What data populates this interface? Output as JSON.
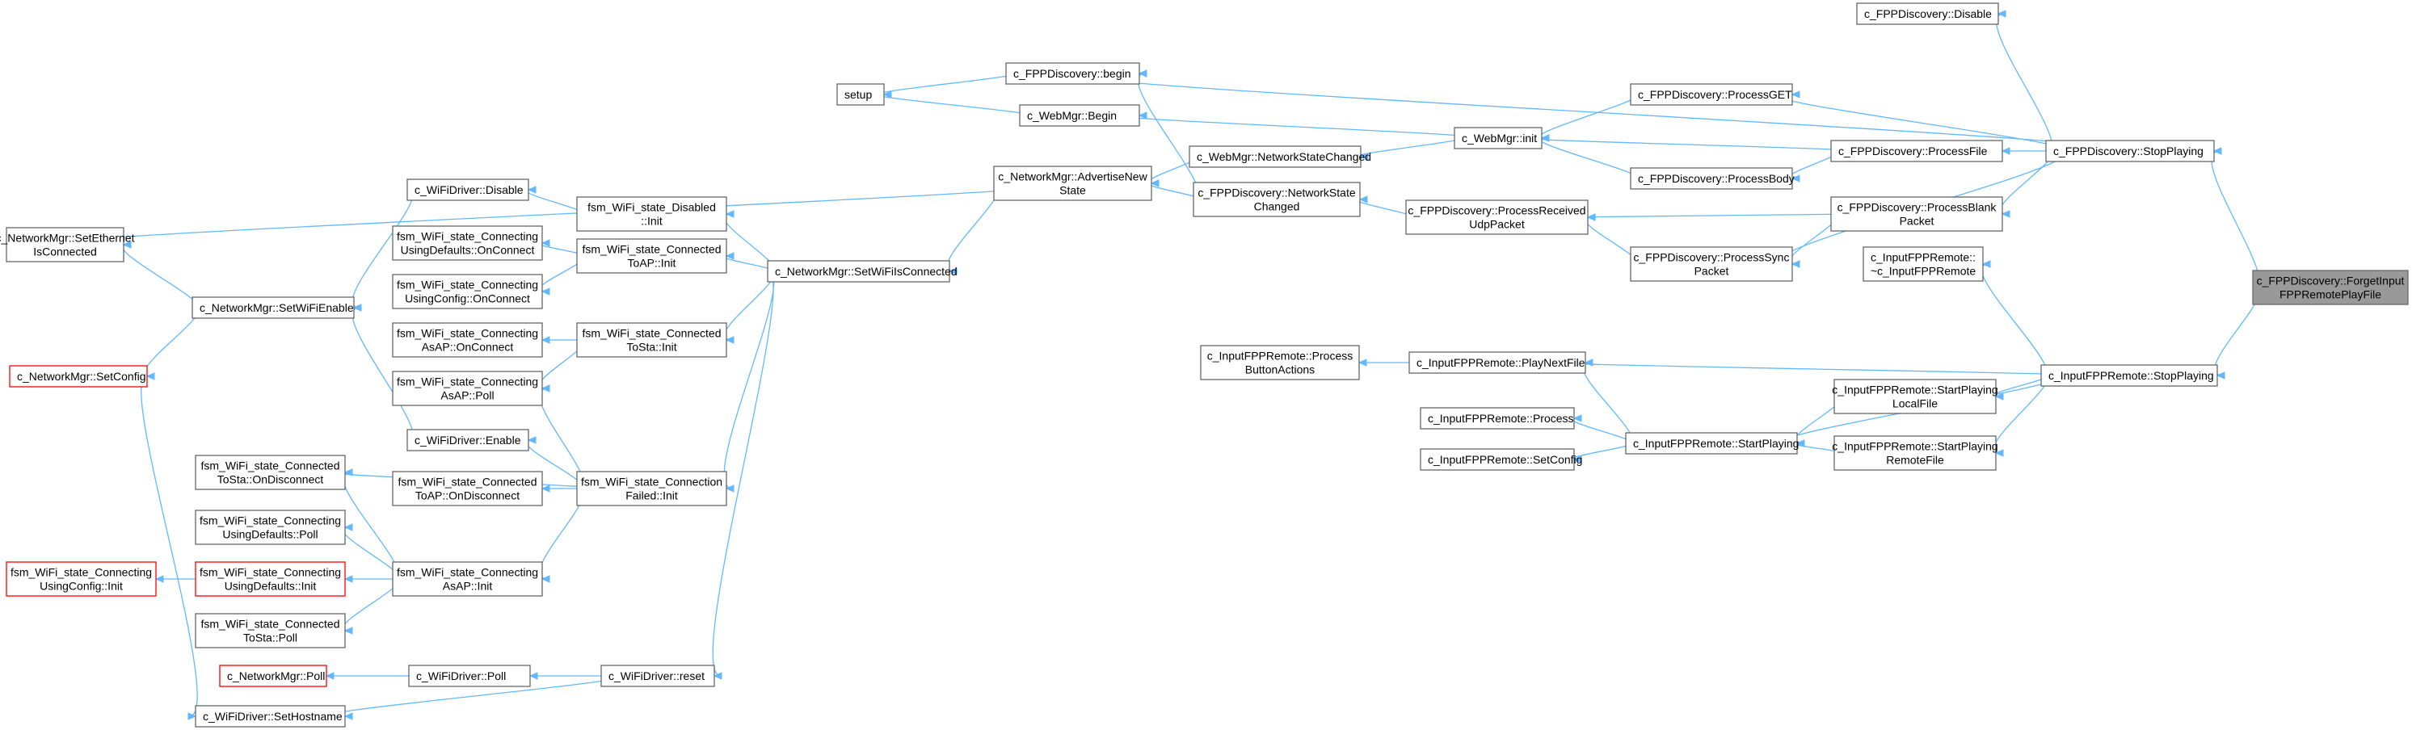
{
  "diagram": {
    "nodes": [
      {
        "id": "setNet",
        "lines": [
          "c_NetworkMgr::SetEthernet",
          "IsConnected"
        ]
      },
      {
        "id": "setConfig",
        "lines": [
          "c_NetworkMgr::SetConfig"
        ],
        "red": true
      },
      {
        "id": "usingConfigInit",
        "lines": [
          "fsm_WiFi_state_Connecting",
          "UsingConfig::Init"
        ],
        "red": true
      },
      {
        "id": "netPoll",
        "lines": [
          "c_NetworkMgr::Poll"
        ],
        "red": true
      },
      {
        "id": "setHostname",
        "lines": [
          "c_WiFiDriver::SetHostname"
        ]
      },
      {
        "id": "setWiFiEnable",
        "lines": [
          "c_NetworkMgr::SetWiFiEnable"
        ]
      },
      {
        "id": "wifiDisable",
        "lines": [
          "c_WiFiDriver::Disable"
        ]
      },
      {
        "id": "wifiEnable",
        "lines": [
          "c_WiFiDriver::Enable"
        ]
      },
      {
        "id": "udOnConnect",
        "lines": [
          "fsm_WiFi_state_Connecting",
          "UsingDefaults::OnConnect"
        ]
      },
      {
        "id": "ucOnConnect",
        "lines": [
          "fsm_WiFi_state_Connecting",
          "UsingConfig::OnConnect"
        ]
      },
      {
        "id": "asapOnConnect",
        "lines": [
          "fsm_WiFi_state_Connecting",
          "AsAP::OnConnect"
        ]
      },
      {
        "id": "asapPoll",
        "lines": [
          "fsm_WiFi_state_Connecting",
          "AsAP::Poll"
        ]
      },
      {
        "id": "tostaOnDisc",
        "lines": [
          "fsm_WiFi_state_Connected",
          "ToSta::OnDisconnect"
        ]
      },
      {
        "id": "toapOnDisc",
        "lines": [
          "fsm_WiFi_state_Connected",
          "ToAP::OnDisconnect"
        ]
      },
      {
        "id": "udPoll",
        "lines": [
          "fsm_WiFi_state_Connecting",
          "UsingDefaults::Poll"
        ]
      },
      {
        "id": "udInit",
        "lines": [
          "fsm_WiFi_state_Connecting",
          "UsingDefaults::Init"
        ],
        "red": true
      },
      {
        "id": "tostaPoll",
        "lines": [
          "fsm_WiFi_state_Connected",
          "ToSta::Poll"
        ]
      },
      {
        "id": "wifiPoll",
        "lines": [
          "c_WiFiDriver::Poll"
        ]
      },
      {
        "id": "disabledInit",
        "lines": [
          "fsm_WiFi_state_Disabled",
          "::Init"
        ]
      },
      {
        "id": "toapInit",
        "lines": [
          "fsm_WiFi_state_Connected",
          "ToAP::Init"
        ]
      },
      {
        "id": "tostaInit",
        "lines": [
          "fsm_WiFi_state_Connected",
          "ToSta::Init"
        ]
      },
      {
        "id": "connFailedInit",
        "lines": [
          "fsm_WiFi_state_Connection",
          "Failed::Init"
        ]
      },
      {
        "id": "asapInit",
        "lines": [
          "fsm_WiFi_state_Connecting",
          "AsAP::Init"
        ]
      },
      {
        "id": "wifiReset",
        "lines": [
          "c_WiFiDriver::reset"
        ]
      },
      {
        "id": "setWiFiIsConnected",
        "lines": [
          "c_NetworkMgr::SetWiFiIsConnected"
        ]
      },
      {
        "id": "setup",
        "lines": [
          "setup"
        ]
      },
      {
        "id": "fppBegin",
        "lines": [
          "c_FPPDiscovery::begin"
        ]
      },
      {
        "id": "webBegin",
        "lines": [
          "c_WebMgr::Begin"
        ]
      },
      {
        "id": "advertise",
        "lines": [
          "c_NetworkMgr::AdvertiseNew",
          "State"
        ]
      },
      {
        "id": "webNSC",
        "lines": [
          "c_WebMgr::NetworkStateChanged"
        ]
      },
      {
        "id": "fppNSC",
        "lines": [
          "c_FPPDiscovery::NetworkState",
          "Changed"
        ]
      },
      {
        "id": "webInit",
        "lines": [
          "c_WebMgr::init"
        ]
      },
      {
        "id": "procRecvUdp",
        "lines": [
          "c_FPPDiscovery::ProcessReceived",
          "UdpPacket"
        ]
      },
      {
        "id": "procGET",
        "lines": [
          "c_FPPDiscovery::ProcessGET"
        ]
      },
      {
        "id": "procBody",
        "lines": [
          "c_FPPDiscovery::ProcessBody"
        ]
      },
      {
        "id": "procSync",
        "lines": [
          "c_FPPDiscovery::ProcessSync",
          "Packet"
        ]
      },
      {
        "id": "procFile",
        "lines": [
          "c_FPPDiscovery::ProcessFile"
        ]
      },
      {
        "id": "procBlank",
        "lines": [
          "c_FPPDiscovery::ProcessBlank",
          "Packet"
        ]
      },
      {
        "id": "fppDisable",
        "lines": [
          "c_FPPDiscovery::Disable"
        ]
      },
      {
        "id": "fppStop",
        "lines": [
          "c_FPPDiscovery::StopPlaying"
        ]
      },
      {
        "id": "forget",
        "lines": [
          "c_FPPDiscovery::ForgetInput",
          "FPPRemotePlayFile"
        ],
        "highlight": true
      },
      {
        "id": "procBtn",
        "lines": [
          "c_InputFPPRemote::Process",
          "ButtonActions"
        ]
      },
      {
        "id": "playNext",
        "lines": [
          "c_InputFPPRemote::PlayNextFile"
        ]
      },
      {
        "id": "remProcess",
        "lines": [
          "c_InputFPPRemote::Process"
        ]
      },
      {
        "id": "remSetConfig",
        "lines": [
          "c_InputFPPRemote::SetConfig"
        ]
      },
      {
        "id": "remStart",
        "lines": [
          "c_InputFPPRemote::StartPlaying"
        ]
      },
      {
        "id": "startLocal",
        "lines": [
          "c_InputFPPRemote::StartPlaying",
          "LocalFile"
        ]
      },
      {
        "id": "startRemote",
        "lines": [
          "c_InputFPPRemote::StartPlaying",
          "RemoteFile"
        ]
      },
      {
        "id": "dtor",
        "lines": [
          "c_InputFPPRemote::",
          "~c_InputFPPRemote"
        ]
      },
      {
        "id": "remStop",
        "lines": [
          "c_InputFPPRemote::StopPlaying"
        ]
      }
    ]
  }
}
